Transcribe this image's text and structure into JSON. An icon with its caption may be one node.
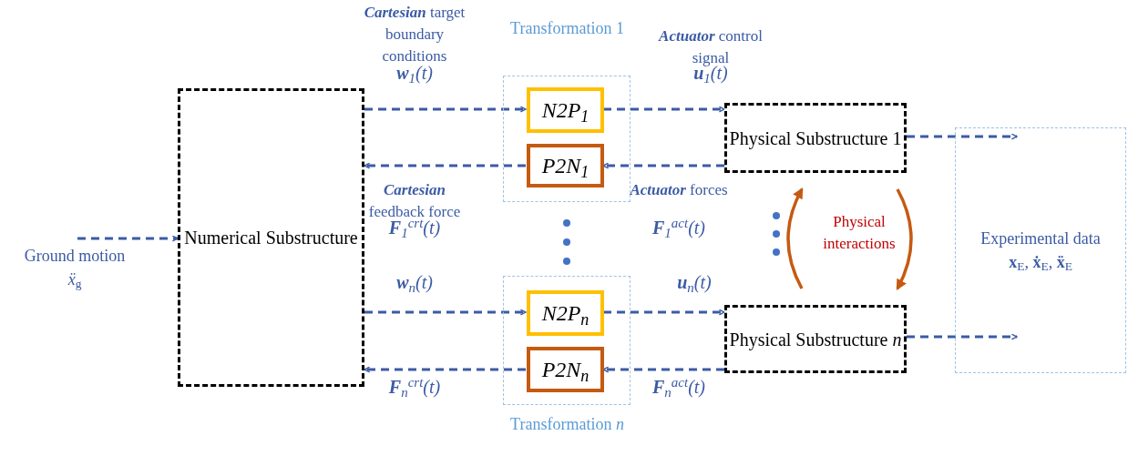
{
  "diagram": {
    "nodes": [
      {
        "text": [
          "Ground motion",
          "*ẍ*$_{g}$"
        ]
      },
      {
        "text": [
          "Numerical Substructure"
        ]
      },
      {
        "text": [
          "Transformation 1"
        ]
      },
      {
        "text": [
          "N2P$_{1}$"
        ],
        "in": 2
      },
      {
        "text": [
          "P2N$_{1}$"
        ],
        "in": 2
      },
      {
        "text": [
          "Transformation *n*"
        ]
      },
      {
        "text": [
          "N2P$_{n}$"
        ],
        "in": 5
      },
      {
        "text": [
          "P2N$_{n}$"
        ],
        "in": 5
      },
      {
        "text": [
          "Physical Substructure 1"
        ]
      },
      {
        "text": [
          "Physical Substructure *n*"
        ]
      },
      {
        "text": [
          "Experimental data",
          "**x**$_{E}$, **ẋ**$_{E}$, **ẍ**$_{E}$"
        ]
      }
    ],
    "edges": [
      {
        "from": 0,
        "to": 1,
        "arrow": "to",
        "style": "dashed"
      },
      {
        "from": 1,
        "to": 3,
        "arrow": "to",
        "style": "dashed",
        "label": "**w**$_{1}$(*t*)"
      },
      {
        "from": 3,
        "to": 8,
        "arrow": "to",
        "style": "dashed",
        "label": "**u**$_{1}$(*t*)"
      },
      {
        "from": 8,
        "to": 4,
        "arrow": "to",
        "style": "dashed",
        "label": "**F**$_{1}$$^{act}$(*t*)"
      },
      {
        "from": 4,
        "to": 1,
        "arrow": "to",
        "style": "dashed",
        "label": "**F**$_{1}$$^{crt}$(*t*)"
      },
      {
        "from": 1,
        "to": 6,
        "arrow": "to",
        "style": "dashed",
        "label": "**w**$_{n}$(*t*)"
      },
      {
        "from": 6,
        "to": 9,
        "arrow": "to",
        "style": "dashed",
        "label": "**u**$_{n}$(*t*)"
      },
      {
        "from": 9,
        "to": 7,
        "arrow": "to",
        "style": "dashed",
        "label": "**F**$_{n}$$^{act}$(*t*)"
      },
      {
        "from": 7,
        "to": 1,
        "arrow": "to",
        "style": "dashed",
        "label": "**F**$_{n}$$^{crt}$(*t*)"
      },
      {
        "from": 8,
        "to": 10,
        "arrow": "to",
        "style": "dashed"
      },
      {
        "from": 9,
        "to": 10,
        "arrow": "to",
        "style": "dashed"
      },
      {
        "from": 9,
        "to": 8,
        "arrow": "to",
        "color": "#c55a11"
      },
      {
        "from": 8,
        "to": 9,
        "arrow": "to",
        "color": "#c55a11"
      }
    ],
    "labels": [
      "**Cartesian** target boundary conditions",
      "**Actuator** control signal",
      "**Cartesian** feedback force",
      "**Actuator** forces",
      "Physical interactions"
    ]
  }
}
